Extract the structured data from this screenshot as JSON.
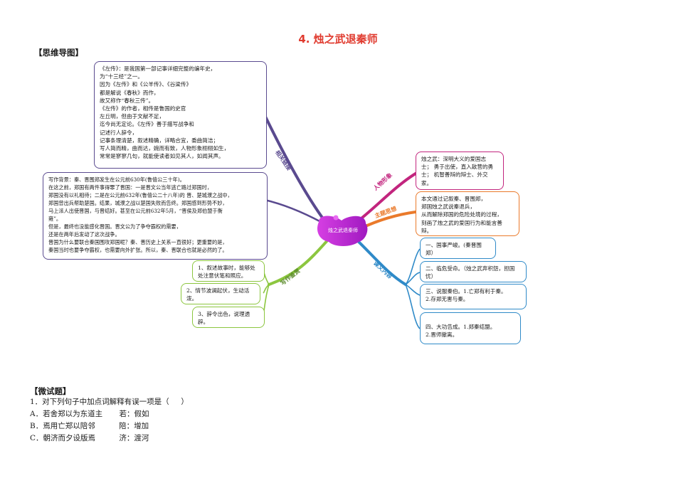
{
  "title": "4. 烛之武退秦师",
  "mindmap_heading": "【思维导图】",
  "quiz_heading": "【微试题】",
  "center_label": "烛之武退秦师",
  "branches": {
    "related": "相关链接",
    "character": "人物形象",
    "theme": "主题思想",
    "structure": "课文内容",
    "writing": "写作鉴赏"
  },
  "zuozhuan_box": [
    "《左传》：是我国第一部记事详细完整的编年史，",
    "为“十三经”之一。",
    "因为《左传》和《公羊传》、《谷梁传》",
    "都是解说《春秋》而作，",
    "故又称作“春秋三传”。",
    "《左传》的作者，相传是鲁国的史官",
    "左丘明，但由于文献不足，",
    "迄今尚无定论。《左传》善于描写战争和",
    "记述行人辞令，",
    "记事条理清楚，叙述精确，详略合宜，委曲简洁；",
    "写人简而精，曲而达，婉而有致，人物形象栩栩如生，",
    "常常是寥寥几句，就能使读者如见其人，如闻其声。"
  ],
  "background_box": [
    "写作背景：秦、晋围郑发生在公元前630年(鲁僖公三十年)。",
    "在这之前，郑国有两件事得罪了晋国：一是晋文公当年逃亡路过郑国时，",
    "郑国没有以礼相待；二是在公元前632年(鲁僖公二十八年)的 晋、楚城濮之战中，",
    "郑国曾出兵帮助楚国。结果，城濮之战以楚国失败而告终。郑国感到形势不妙，",
    "马上派人出使晋国，与晋结好。甚至在公元前632年5月，“晋侯及郑伯盟于衡",
    "雍”。",
    "但是，最终也没能感化晋国。晋文公为了争夺霸权的需要，",
    "还是在两年后发动了这次战争。",
    "晋国为什么要联合秦国围攻郑国呢？秦、晋历史上关系一直很好；更重要的是，",
    "秦国当时也要争夺霸权，也需要向外扩张。所以，秦、晋联合也就是必然的了。"
  ],
  "character_box": [
    "烛之武：深明大义的爱国志",
    "士；  勇于出使，直入敌营的勇",
    "士；  机智善辩的辩士、外交",
    "家。"
  ],
  "theme_box": [
    "本文通过记叙秦、晋围郑，",
    "郑国烛之武说秦退兵，",
    "从而解除郑国的危险处境的过程，",
    "刻画了烛之武的爱国行为和能言善",
    "辩。"
  ],
  "content_boxes": [
    [
      "一、国事严峻。(秦晋围",
      "郑）"
    ],
    [
      "二、临危受命。（烛之武弃积怨，担国",
      "忧）"
    ],
    [
      "三、说服秦伯。1.亡郑有利于秦。",
      "2.存郑无害与秦。"
    ],
    [
      "四、大功告成。1.郑秦结盟。",
      "2.晋师撤离。"
    ]
  ],
  "writing_boxes": [
    [
      "1、叙述故事时，能够处",
      "处注意伏笔和照应。"
    ],
    [
      "2、情节波澜起伏，生动活",
      "泼。"
    ],
    [
      "3、辞令出色，说理透",
      "辟。"
    ]
  ],
  "quiz": {
    "q1": "1．对下列句子中加点词解释有误一项是（     ）",
    "a": "A．若舍郑以为东道主       若：假如",
    "b": "B．焉用亡郑以陪邻          陪：增加",
    "c": "C．朝济而夕设版焉          济：渡河"
  },
  "colors": {
    "purple": "#5a4a8f",
    "pink": "#c2257e",
    "orange": "#ea7a2b",
    "blue": "#2f8ac8",
    "green": "#8cc63f",
    "title_red": "#e03a2e",
    "center": "#c23bd6"
  }
}
